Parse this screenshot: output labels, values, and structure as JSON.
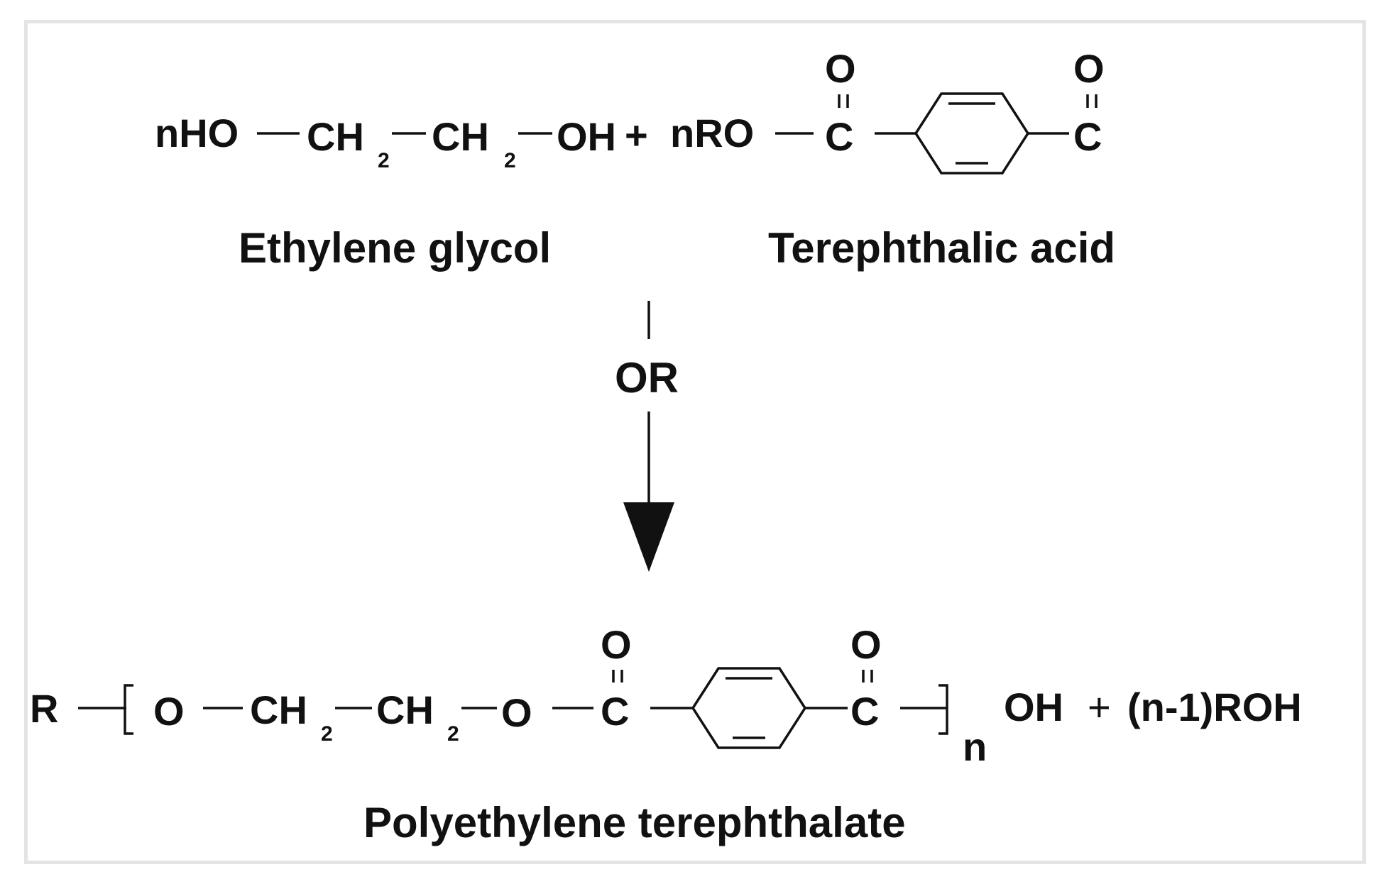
{
  "reactants": {
    "glycol_prefix": "nHO",
    "ch2_a": "CH",
    "ch2_a_sub": "2",
    "ch2_b": "CH",
    "ch2_b_sub": "2",
    "oh": "OH",
    "plus": "+",
    "ester_prefix": "nRO",
    "carbonyl_c_left": "C",
    "carbonyl_o_left": "O",
    "carbonyl_c_right": "C",
    "carbonyl_o_right": "O"
  },
  "labels": {
    "ethylene_glycol": "Ethylene glycol",
    "terephthalic_acid": "Terephthalic acid",
    "condition": "OR",
    "polymer": "Polyethylene terephthalate"
  },
  "product": {
    "r": "R",
    "o_left": "O",
    "ch2_a": "CH",
    "ch2_a_sub": "2",
    "ch2_b": "CH",
    "ch2_b_sub": "2",
    "o_right": "O",
    "carbonyl_c_left": "C",
    "carbonyl_o_left": "O",
    "carbonyl_c_right": "C",
    "carbonyl_o_right": "O",
    "n_sub": "n",
    "oh": "OH",
    "plus": "+",
    "byproduct": "(n-1)ROH"
  }
}
